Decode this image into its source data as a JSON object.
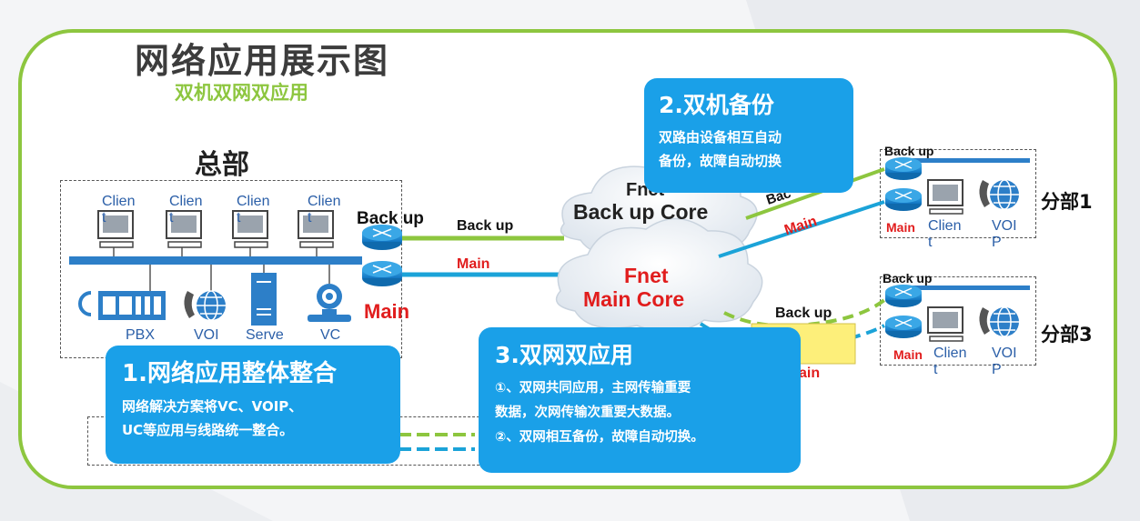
{
  "title": "网络应用展示图",
  "subtitle": "双机双网双应用",
  "headquarters": {
    "label": "总部",
    "clients": [
      "Clien\nt",
      "Clien\nt",
      "Clien\nt",
      "Clien\nt"
    ],
    "devices": {
      "pbx": "PBX",
      "voip": "VOI",
      "server": "Serve",
      "vc": "VC"
    },
    "router_backup_label": "Back up",
    "router_main_label": "Main"
  },
  "links": {
    "backup": "Back up",
    "main": "Main"
  },
  "clouds": {
    "backup_core_top": "Fnet",
    "backup_core": "Back up Core",
    "main_core_top": "Fnet",
    "main_core": "Main Core"
  },
  "branch1": {
    "label": "分部1",
    "backup": "Back up",
    "main": "Main",
    "link_backup": "Bac",
    "link_main": "Main",
    "client": "Clien\nt",
    "voip": "VOI\nP"
  },
  "branch3": {
    "label": "分部3",
    "backup": "Back up",
    "main": "Main",
    "link_backup": "Back up",
    "link_main": "ain",
    "client": "Clien\nt",
    "voip": "VOI\nP"
  },
  "callouts": {
    "c1": {
      "title": "1.网络应用整体整合",
      "body": [
        "网络解决方案将VC、VOIP、",
        "UC等应用与线路统一整合。"
      ]
    },
    "c2": {
      "title": "2.双机备份",
      "body": [
        "双路由设备相互自动",
        "备份，故障自动切换"
      ]
    },
    "c3": {
      "title": "3.双网双应用",
      "body": [
        "①、双网共同应用，主网传输重要",
        "数据，次网传输次重要大数据。",
        "②、双网相互备份，故障自动切换。"
      ]
    }
  },
  "colors": {
    "frame": "#8dc63f",
    "callout": "#1aa0e8",
    "backup_line": "#8dc63f",
    "main_line": "#1ba3d8",
    "alert_red": "#e11d1d"
  }
}
